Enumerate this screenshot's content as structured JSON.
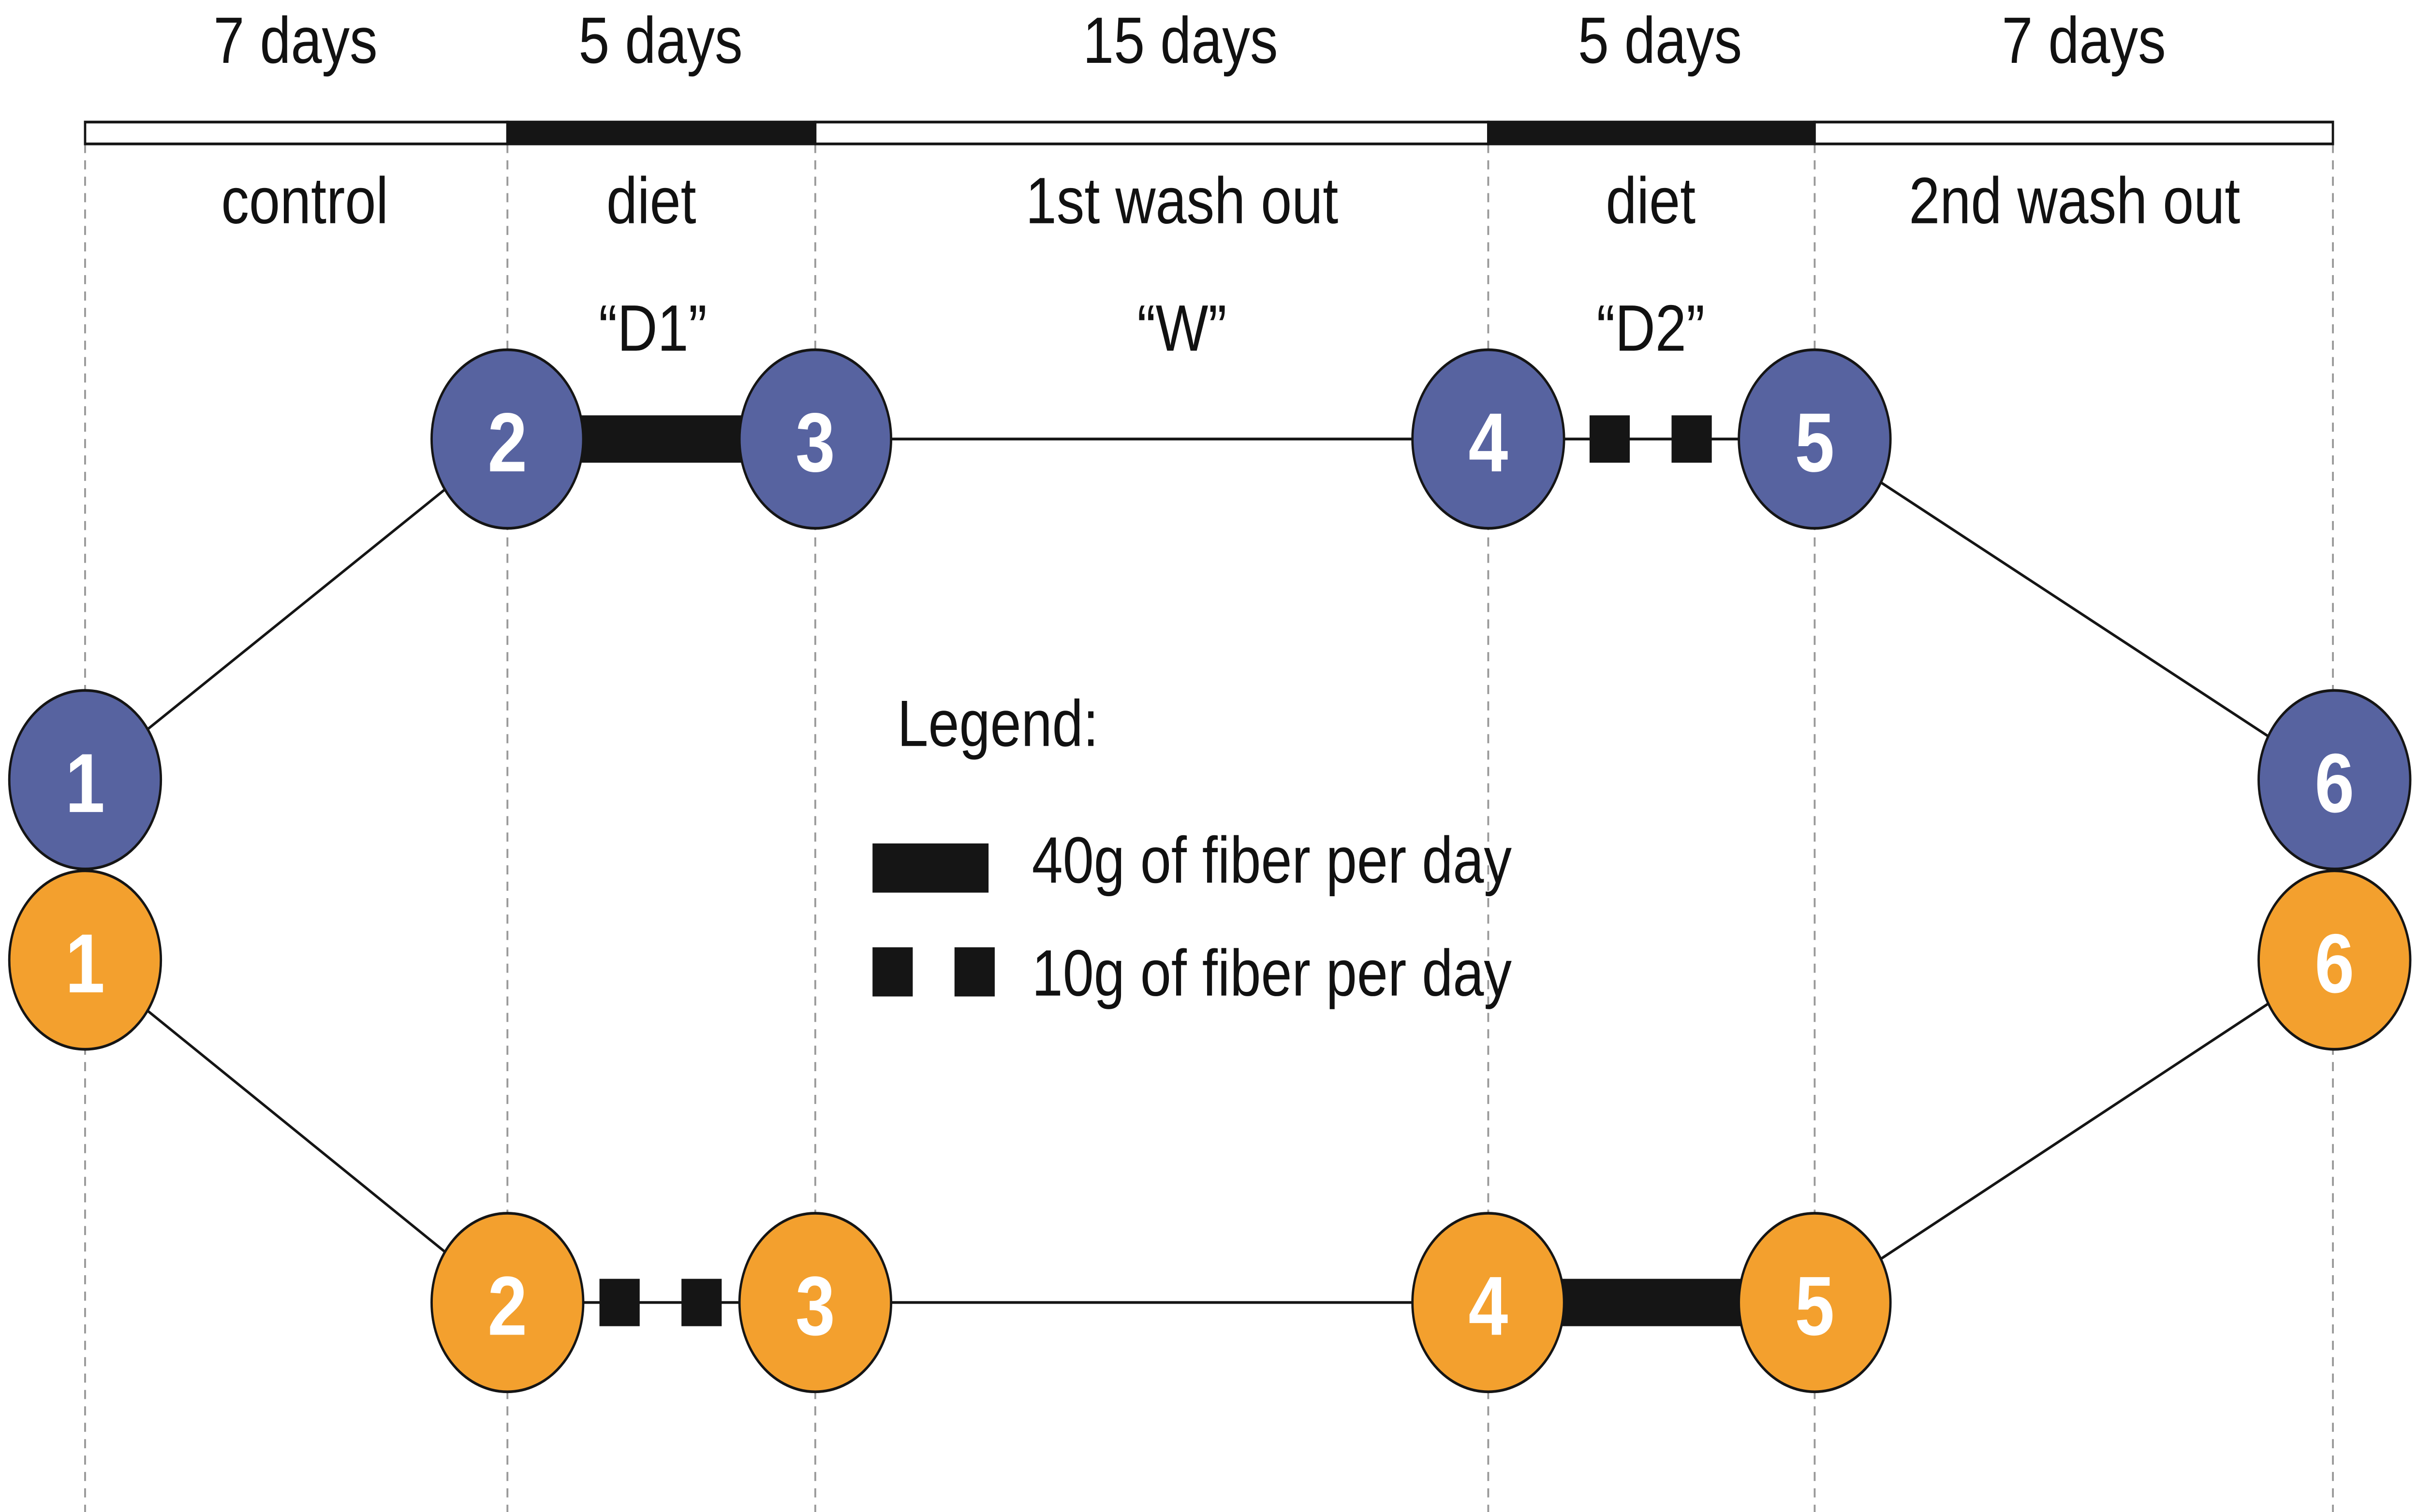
{
  "durations": [
    "7 days",
    "5 days",
    "15 days",
    "5 days",
    "7 days"
  ],
  "phases": [
    "control",
    "diet",
    "1st wash out",
    "diet",
    "2nd wash out"
  ],
  "phase_codes": [
    "“D1”",
    "“W”",
    "“D2”"
  ],
  "timeline_segment_fill": [
    "white",
    "black",
    "white",
    "black",
    "white"
  ],
  "groups": [
    {
      "color": "#5763a0",
      "nodes": [
        "1",
        "2",
        "3",
        "4",
        "5",
        "6"
      ],
      "d1": "40g",
      "d2": "10g"
    },
    {
      "color": "#f3a02e",
      "nodes": [
        "1",
        "2",
        "3",
        "4",
        "5",
        "6"
      ],
      "d1": "10g",
      "d2": "40g"
    }
  ],
  "legend": {
    "title": "Legend:",
    "items": [
      {
        "symbol": "solid-bar",
        "label": "40g of fiber per day"
      },
      {
        "symbol": "dashed-squares",
        "label": "10g of fiber per day"
      }
    ]
  }
}
